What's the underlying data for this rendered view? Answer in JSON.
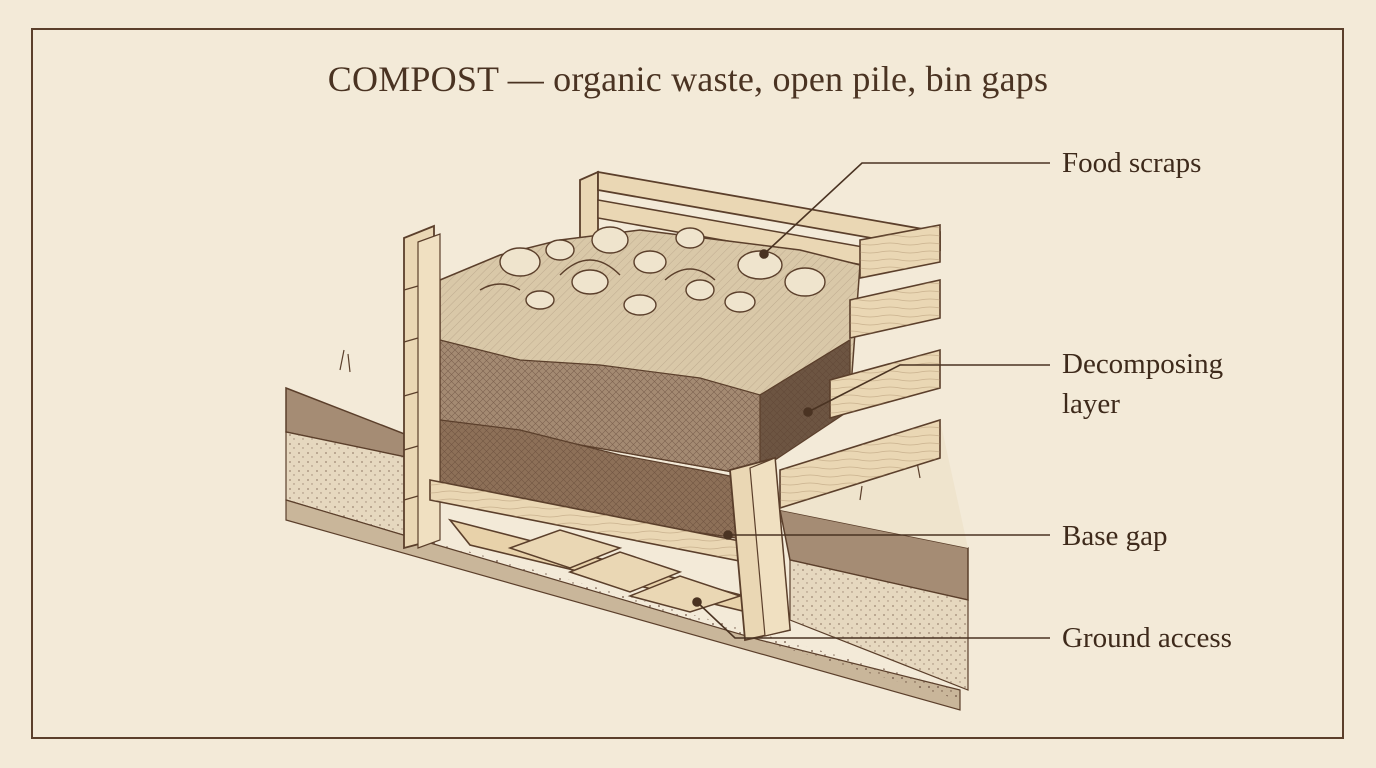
{
  "title": "COMPOST — organic waste, open pile, bin gaps",
  "labels": {
    "food_scraps": "Food scraps",
    "decomposing_layer": "Decomposing\nlayer",
    "base_gap": "Base gap",
    "ground_access": "Ground access"
  },
  "colors": {
    "background": "#f3ead8",
    "ink": "#5b3f2b",
    "wood": "#ead7b4",
    "soil": "#9a8069",
    "compost_top": "#d9c8a8"
  }
}
